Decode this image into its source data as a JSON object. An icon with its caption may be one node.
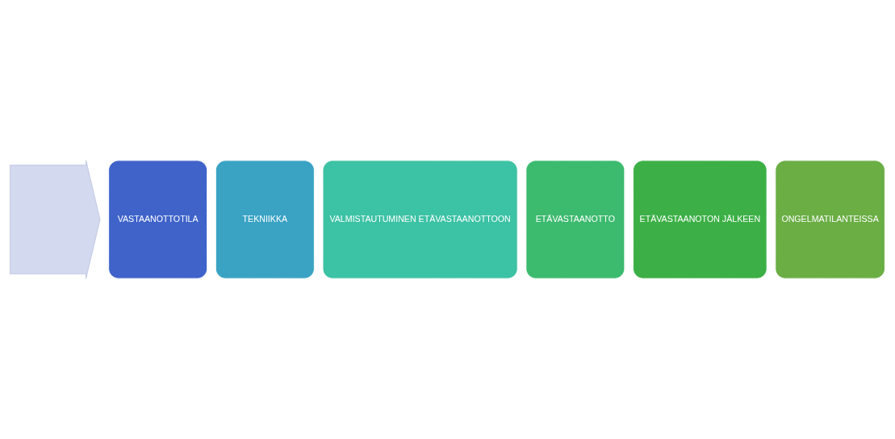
{
  "diagram": {
    "nodes": [
      {
        "text": [],
        "shape": "arrow"
      },
      {
        "text": [
          "VASTAANOTTOTILA"
        ]
      },
      {
        "text": [
          "TEKNIIKKA"
        ]
      },
      {
        "text": [
          "VALMISTAUTUMINEN ETÄVASTAANOTTOON"
        ]
      },
      {
        "text": [
          "ETÄVASTAANOTTO"
        ]
      },
      {
        "text": [
          "ETÄVASTAANOTON JÄLKEEN"
        ]
      },
      {
        "text": [
          "ONGELMATILANTEISSA"
        ]
      }
    ],
    "edges": []
  }
}
